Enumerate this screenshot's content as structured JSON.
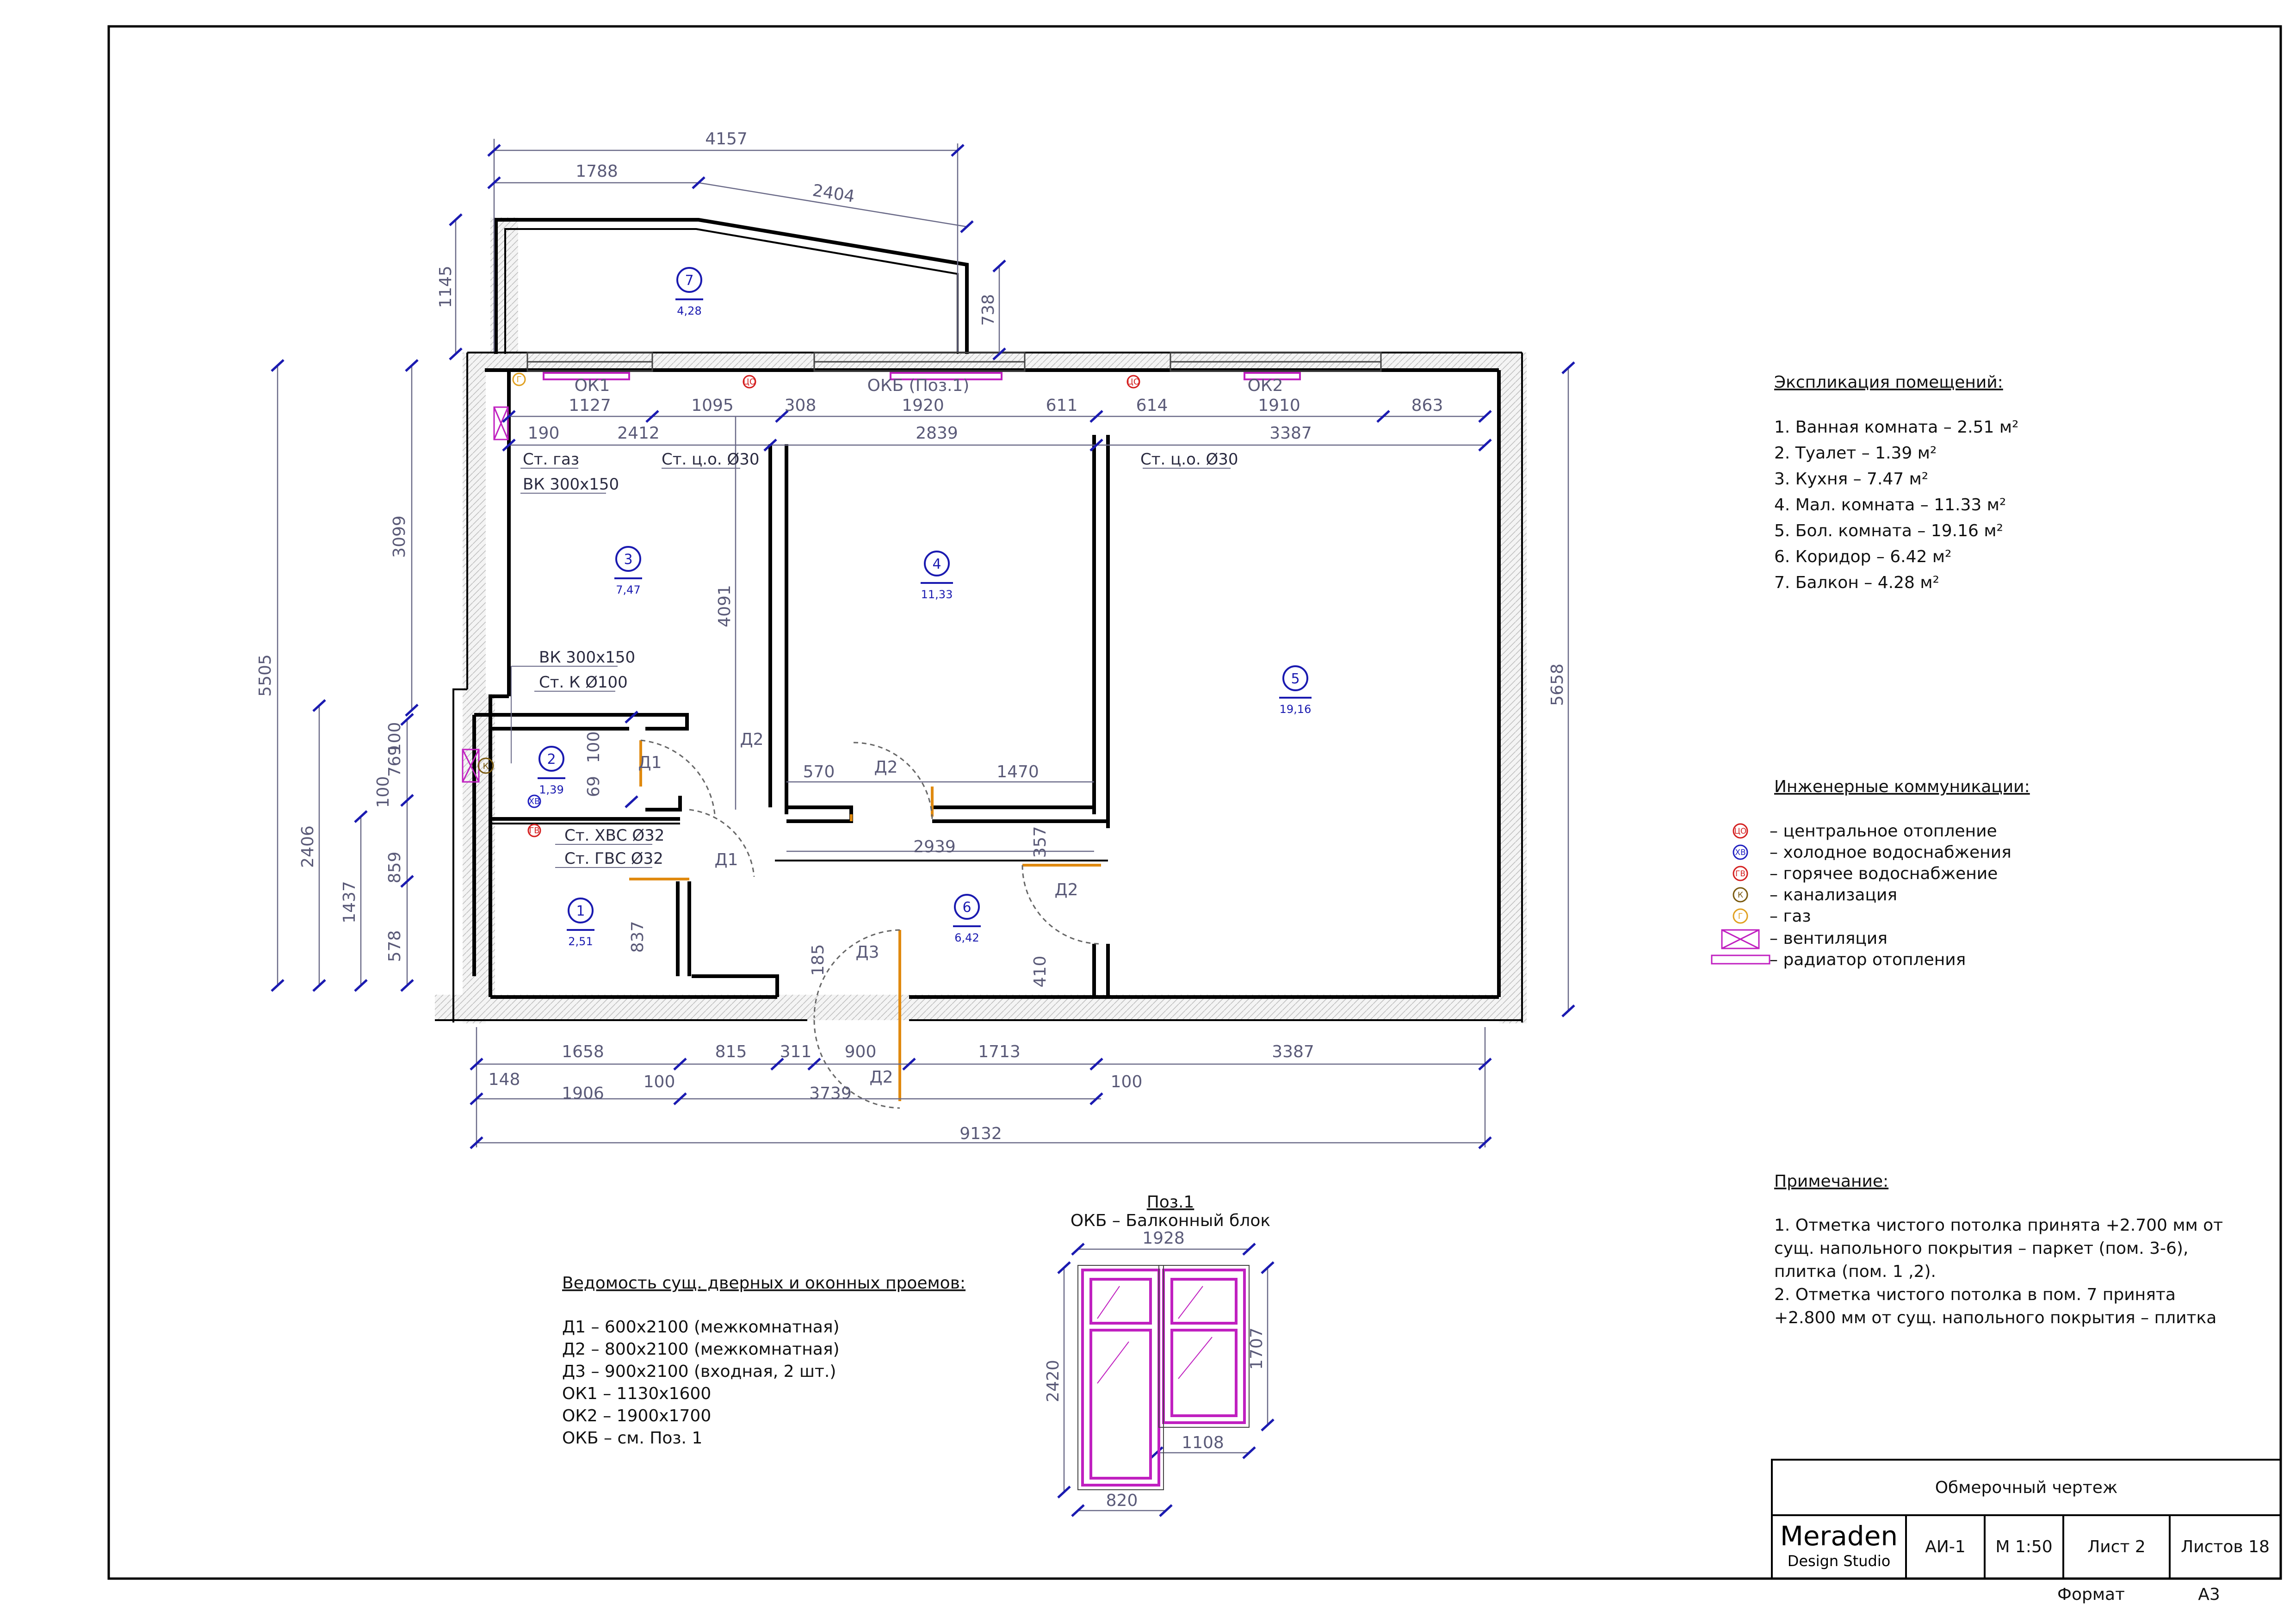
{
  "dimensions": {
    "top_total": "4157",
    "balcony_left": "1788",
    "balcony_right": "2404",
    "balcony_depth": "1145",
    "balcony_right_depth": "738",
    "row1": [
      "1127",
      "1095",
      "308",
      "1920",
      "611",
      "614",
      "1910",
      "863"
    ],
    "row2": [
      "190",
      "2412",
      "2839",
      "3387"
    ],
    "left_total": "5505",
    "left_kitchen": "3099",
    "left_lower": "2406",
    "left_lower2": "1437",
    "left_stack": [
      "100",
      "769",
      "100",
      "859",
      "578"
    ],
    "wall_4091": "4091",
    "right_total": "5658",
    "small": [
      "69",
      "100",
      "837",
      "357",
      "410",
      "185"
    ],
    "mid": [
      "570",
      "1470",
      "2939"
    ],
    "bottom1": [
      "1658",
      "815",
      "311",
      "900",
      "1713",
      "3387"
    ],
    "bottom2": [
      "148",
      "1906",
      "100",
      "3739",
      "100"
    ],
    "bottom_total": "9132",
    "pos1_width": "1928",
    "pos1_height": "2420",
    "pos1_right_h": "1707",
    "pos1_bottom_right": "1108",
    "pos1_bottom_left": "820"
  },
  "openings": {
    "ok1": "ОК1",
    "okb": "ОКБ (Поз.1)",
    "ok2": "ОК2",
    "d1": "Д1",
    "d2": "Д2",
    "d3": "Д3"
  },
  "risers": {
    "gas": "Ст. газ",
    "vk_top": "ВК 300х150",
    "co_left": "Ст. ц.о. Ø30",
    "co_right": "Ст. ц.о. Ø30",
    "vk_mid": "ВК 300х150",
    "k100": "Ст. К Ø100",
    "hvs": "Ст. ХВС Ø32",
    "gvs": "Ст. ГВС Ø32"
  },
  "rooms": [
    {
      "num": "1",
      "area": "2,51"
    },
    {
      "num": "2",
      "area": "1,39"
    },
    {
      "num": "3",
      "area": "7,47"
    },
    {
      "num": "4",
      "area": "11,33"
    },
    {
      "num": "5",
      "area": "19,16"
    },
    {
      "num": "6",
      "area": "6,42"
    },
    {
      "num": "7",
      "area": "4,28"
    }
  ],
  "explication": {
    "title": "Экспликация помещений:",
    "items": [
      "1. Ванная комната – 2.51 м²",
      "2. Туалет – 1.39 м²",
      "3. Кухня – 7.47 м²",
      "4. Мал. комната – 11.33 м²",
      "5. Бол. комната – 19.16 м²",
      "6. Коридор – 6.42 м²",
      "7. Балкон – 4.28 м²"
    ]
  },
  "engineering": {
    "title": "Инженерные коммуникации:",
    "items": [
      {
        "glyph": "ЦО",
        "color": "#d42020",
        "text": "– центральное отопление"
      },
      {
        "glyph": "ХВ",
        "color": "#2020c0",
        "text": "– холодное водоснабжения"
      },
      {
        "glyph": "ГВ",
        "color": "#d42020",
        "text": "– горячее водоснабжение"
      },
      {
        "glyph": "К",
        "color": "#7a5a10",
        "text": "– канализация"
      },
      {
        "glyph": "Г",
        "color": "#e0a020",
        "text": "– газ"
      },
      {
        "glyph": "",
        "color": "#c020c0",
        "text": "– вентиляция"
      },
      {
        "glyph": "",
        "color": "#c020c0",
        "text": "– радиатор отопления"
      }
    ]
  },
  "note": {
    "title": "Примечание:",
    "lines": [
      "1. Отметка чистого потолка принята +2.700 мм от",
      "сущ. напольного покрытия – паркет (пом. 3-6),",
      "плитка (пом. 1 ,2).",
      "2. Отметка чистого потолка в пом. 7 принята",
      "+2.800 мм от сущ. напольного покрытия – плитка"
    ]
  },
  "schedule": {
    "title": "Ведомость сущ. дверных и оконных проемов:",
    "items": [
      "Д1 – 600х2100 (межкомнатная)",
      "Д2 – 800х2100 (межкомнатная)",
      "Д3 – 900х2100 (входная, 2 шт.)",
      "ОК1 – 1130х1600",
      "ОК2 – 1900х1700",
      "ОКБ – см. Поз. 1"
    ]
  },
  "pos1": {
    "title": "Поз.1",
    "subtitle": "ОКБ – Балконный блок"
  },
  "titleblock": {
    "drawing_name": "Обмерочный чертеж",
    "logo_main": "Meraden",
    "logo_sub": "Design Studio",
    "code": "АИ-1",
    "scale": "М 1:50",
    "sheet": "Лист 2",
    "sheets": "Листов 18",
    "format_label": "Формат",
    "format_value": "А3"
  },
  "colors": {
    "wall": "#000000",
    "dim": "#5a5a78",
    "tick": "#1a1ab0",
    "door": "#e08a10",
    "window": "#c020c0",
    "room": "#1a1ab0"
  }
}
